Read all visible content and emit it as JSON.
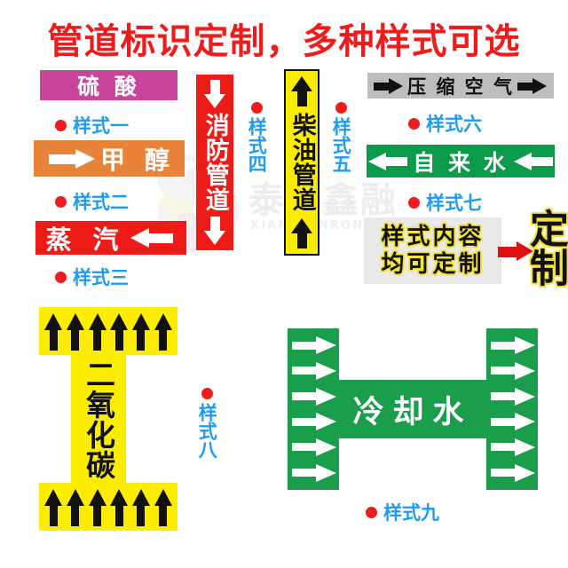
{
  "page": {
    "title": "管道标识定制，多种样式可选",
    "title_color": "#ee1c1c",
    "background": "#ffffff",
    "caption_text_color": "#1f9bf0",
    "caption_dot_color": "#ee1c1c"
  },
  "watermark": {
    "logo_letter": "S",
    "chinese": "泰湘鑫融",
    "english": "XIANGXINRONG"
  },
  "styles": [
    {
      "id": "style-1",
      "caption": "样式一",
      "label_text": "硫 酸",
      "bg_color": "#c8459b",
      "text_color": "#ffffff",
      "arrows": "none",
      "orientation": "horizontal"
    },
    {
      "id": "style-2",
      "caption": "样式二",
      "label_text": "甲 醇",
      "bg_color": "#e8833a",
      "text_color": "#ffffff",
      "arrows": "right",
      "arrow_color": "#ffffff",
      "orientation": "horizontal"
    },
    {
      "id": "style-3",
      "caption": "样式三",
      "label_text": "蒸 汽",
      "bg_color": "#ee1c19",
      "text_color": "#ffffff",
      "arrows": "left",
      "arrow_color": "#ffffff",
      "orientation": "horizontal"
    },
    {
      "id": "style-4",
      "caption": "样式四",
      "label_text": "消防管道",
      "bg_color": "#ee1c19",
      "text_color": "#ffffff",
      "arrows": "down",
      "arrow_color": "#ffffff",
      "orientation": "vertical"
    },
    {
      "id": "style-5",
      "caption": "样式五",
      "label_text": "柴油管道",
      "bg_color": "#fced00",
      "text_color": "#111111",
      "arrows": "up",
      "arrow_color": "#111111",
      "border_color": "#111111",
      "orientation": "vertical"
    },
    {
      "id": "style-6",
      "caption": "样式六",
      "label_text": "压 缩 空 气",
      "bg_color": "#bdbdbd",
      "text_color": "#111111",
      "arrows": "right",
      "arrow_color": "#111111",
      "orientation": "horizontal"
    },
    {
      "id": "style-7",
      "caption": "样式七",
      "label_text": "自 来 水",
      "bg_color": "#0a9c4a",
      "text_color": "#ffffff",
      "arrows": "left",
      "arrow_color": "#ffffff",
      "orientation": "horizontal"
    },
    {
      "id": "style-8",
      "caption": "样式八",
      "label_text": "二氧化碳",
      "bg_color": "#fced00",
      "text_color": "#111111",
      "arrows": "up",
      "arrow_color": "#111111",
      "arrow_count": 6,
      "orientation": "h-shape-vertical"
    },
    {
      "id": "style-9",
      "caption": "样式九",
      "label_text": "冷却水",
      "bg_color": "#1a9e4b",
      "text_color": "#ffffff",
      "arrows": "right",
      "arrow_color": "#ffffff",
      "arrow_count": 6,
      "orientation": "h-shape-horizontal"
    }
  ],
  "custom": {
    "box_bg": "#e9e9e9",
    "line1": "样式内容",
    "line2": "均可定制",
    "text_color": "#111111",
    "outline_color": "#f2e23a",
    "arrow_color": "#dd1111",
    "result": "定制"
  }
}
